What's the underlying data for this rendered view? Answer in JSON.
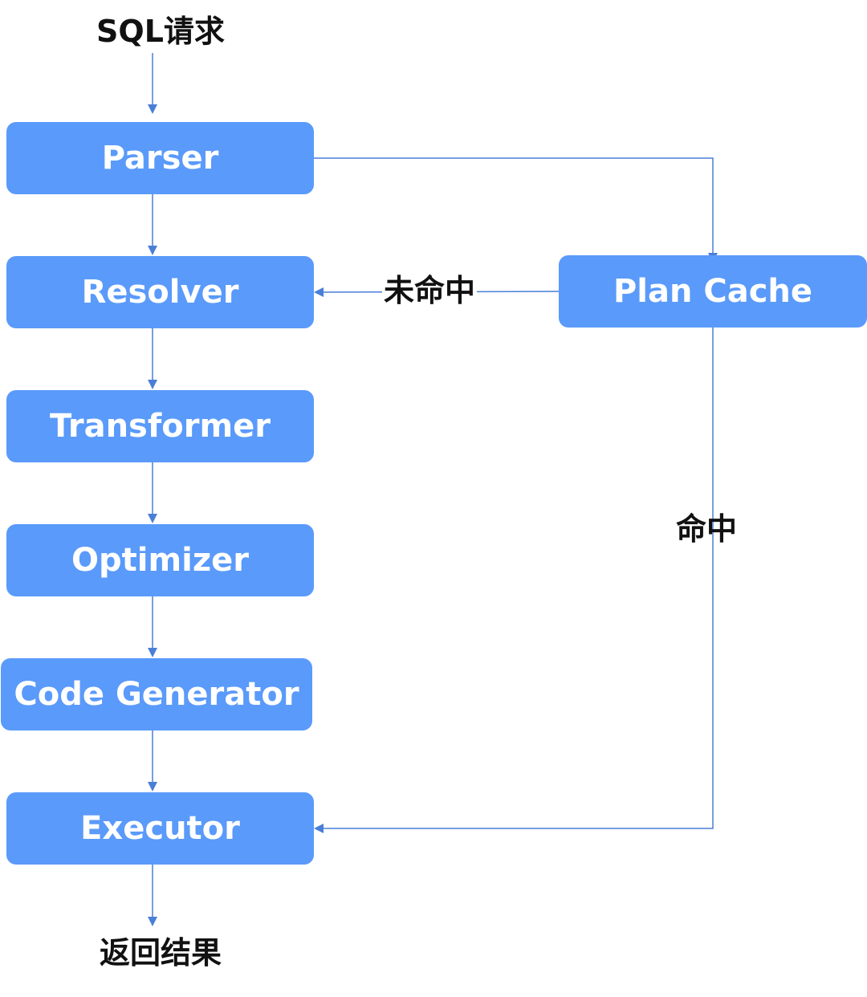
{
  "diagram": {
    "start_label": "SQL请求",
    "end_label": "返回结果",
    "nodes": {
      "parser": "Parser",
      "resolver": "Resolver",
      "transformer": "Transformer",
      "optimizer": "Optimizer",
      "code_generator": "Code Generator",
      "executor": "Executor",
      "plan_cache": "Plan Cache"
    },
    "edge_labels": {
      "miss": "未命中",
      "hit": "命中"
    },
    "colors": {
      "node_fill": "#5a9afa",
      "node_text": "#ffffff",
      "edge": "#4a7fd6",
      "label_text": "#111111"
    }
  }
}
